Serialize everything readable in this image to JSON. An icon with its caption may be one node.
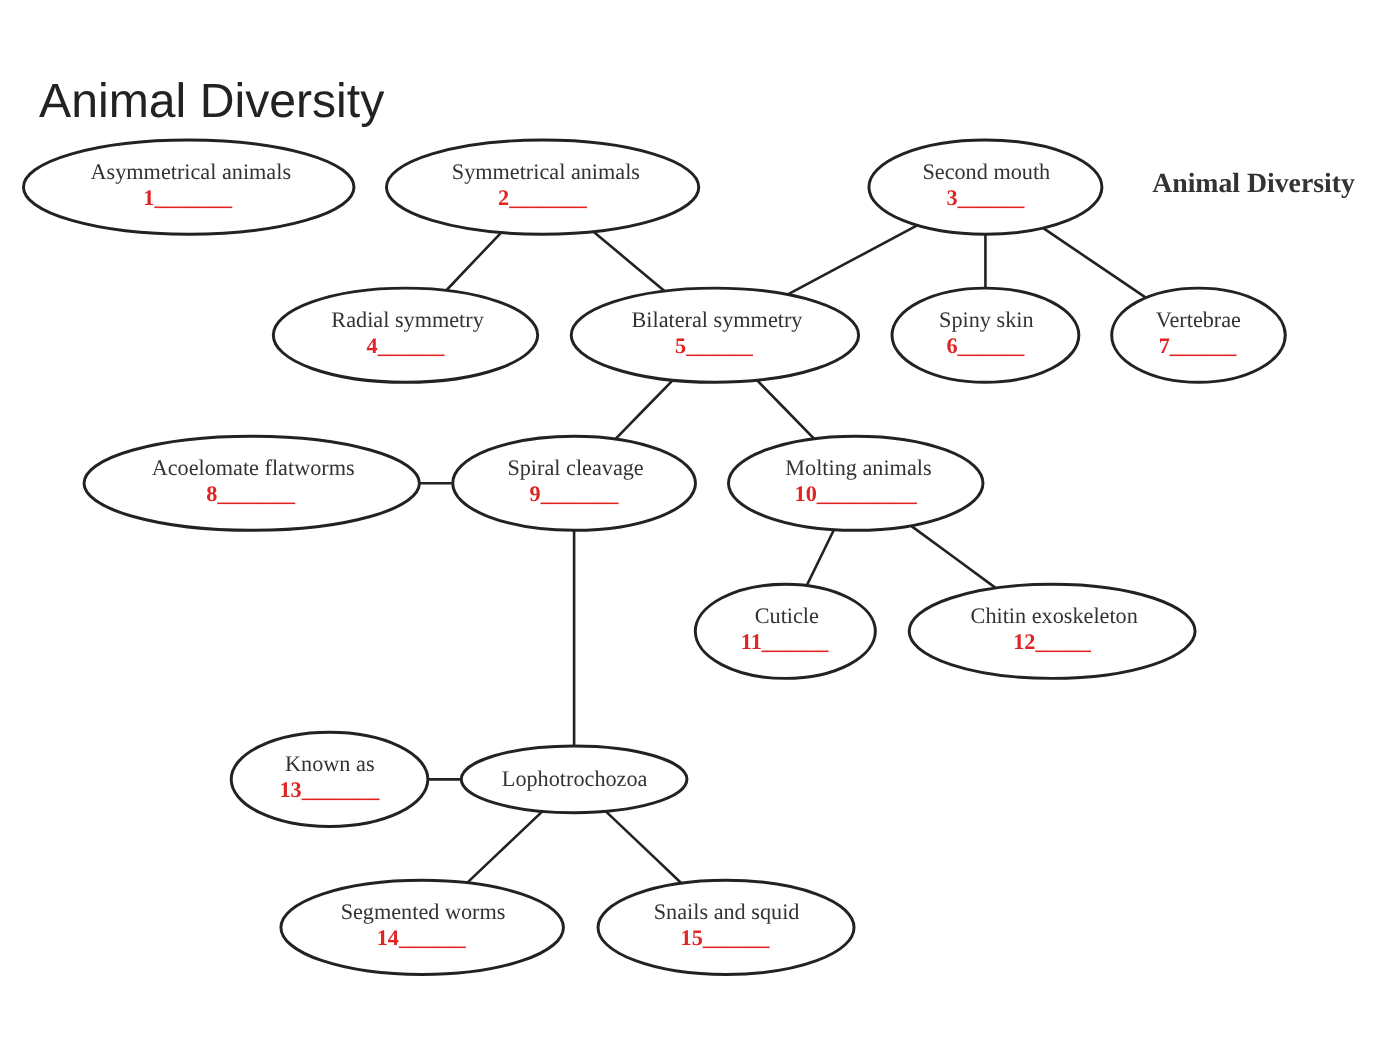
{
  "diagram": {
    "title": "Animal Diversity",
    "nodes": [
      {
        "text": [
          "Asymmetrical animals",
          "1_______"
        ]
      },
      {
        "text": [
          "Symmetrical animals",
          "2_______"
        ]
      },
      {
        "text": [
          "Second mouth",
          "3______"
        ]
      },
      {
        "text": [
          "Radial symmetry",
          "4______"
        ]
      },
      {
        "text": [
          "Bilateral symmetry",
          "5______"
        ]
      },
      {
        "text": [
          "Spiny skin",
          "6______"
        ]
      },
      {
        "text": [
          "Vertebrae",
          "7______"
        ]
      },
      {
        "text": [
          "Acoelomate flatworms",
          "8_______"
        ]
      },
      {
        "text": [
          "Spiral cleavage",
          "9_______"
        ]
      },
      {
        "text": [
          "Molting animals",
          "10_________"
        ]
      },
      {
        "text": [
          "Cuticle",
          "11______"
        ]
      },
      {
        "text": [
          "Chitin exoskeleton",
          "12_____"
        ]
      },
      {
        "text": [
          "Known as",
          "13_______"
        ]
      },
      {
        "text": [
          "Lophotrochozoa"
        ]
      },
      {
        "text": [
          "Segmented worms",
          "14______"
        ]
      },
      {
        "text": [
          "Snails and squid",
          "15______"
        ]
      }
    ],
    "edges": [
      {
        "from": 1,
        "to": 3,
        "arrow": "none"
      },
      {
        "from": 1,
        "to": 4,
        "arrow": "none"
      },
      {
        "from": 2,
        "to": 4,
        "arrow": "none"
      },
      {
        "from": 2,
        "to": 5,
        "arrow": "none"
      },
      {
        "from": 2,
        "to": 6,
        "arrow": "none"
      },
      {
        "from": 4,
        "to": 8,
        "arrow": "none"
      },
      {
        "from": 4,
        "to": 9,
        "arrow": "none"
      },
      {
        "from": 7,
        "to": 8,
        "arrow": "none"
      },
      {
        "from": 9,
        "to": 10,
        "arrow": "none"
      },
      {
        "from": 9,
        "to": 11,
        "arrow": "none"
      },
      {
        "from": 8,
        "to": 13,
        "arrow": "none"
      },
      {
        "from": 12,
        "to": 13,
        "arrow": "none"
      },
      {
        "from": 13,
        "to": 14,
        "arrow": "none"
      },
      {
        "from": 13,
        "to": 15,
        "arrow": "none"
      }
    ],
    "labels": [
      "Animal Diversity"
    ]
  }
}
